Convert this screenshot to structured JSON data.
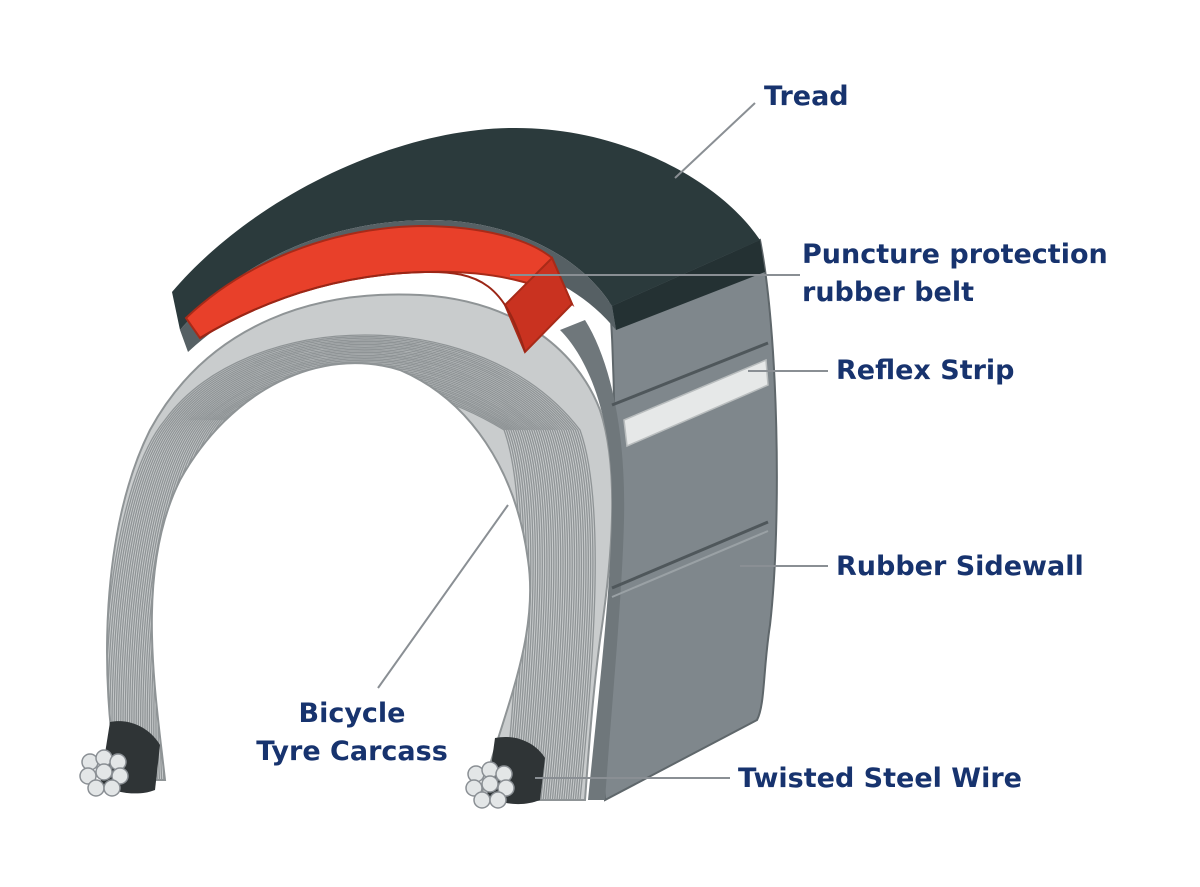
{
  "diagram": {
    "labels": {
      "tread": "Tread",
      "puncture_line1": "Puncture protection",
      "puncture_line2": "rubber belt",
      "reflex_strip": "Reflex Strip",
      "rubber_sidewall": "Rubber Sidewall",
      "carcass_line1": "Bicycle",
      "carcass_line2": "Tyre Carcass",
      "steel_wire": "Twisted Steel Wire"
    },
    "colors": {
      "label_text": "#17336e",
      "leader_line": "#8a8f94",
      "tread": "#2b3a3c",
      "puncture_belt": "#e8402a",
      "sidewall": "#7f878c",
      "sidewall_dark": "#5f676b",
      "reflex_strip": "#e6e8e8",
      "carcass": "#c9cccd",
      "carcass_lines": "#8f9496",
      "steel_wire": "#e3e6e7"
    }
  }
}
